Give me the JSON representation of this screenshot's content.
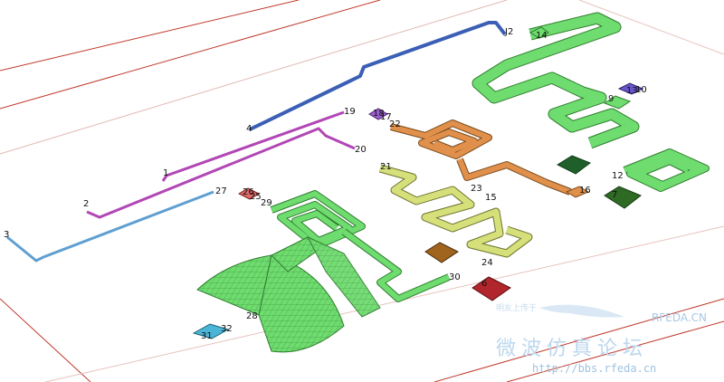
{
  "colors": {
    "background": "#ffffff",
    "board_edge": "#c0392b",
    "board_edge_light": "#e7c2bd",
    "wire_blue": "#3b5fb5",
    "wire_magenta": "#b147b5",
    "wire_lightblue": "#5f9fd1",
    "green": "#6fdc6f",
    "green_mesh": "#2f7d2f",
    "orange": "#e0904a",
    "yellow_green": "#d6e07a",
    "dark_red": "#c0392b"
  },
  "labels": {
    "l1": "1",
    "l2": "2",
    "l3": "3",
    "l4": "4",
    "l6": "6",
    "l7": "7",
    "l9": "9",
    "l10": "10",
    "l12": "12",
    "l13": "13",
    "l14": "14",
    "l15": "15",
    "l16": "16",
    "l17": "17",
    "l18": "18",
    "l19": "19",
    "l20": "20",
    "l21": "21",
    "l22": "22",
    "l23": "23",
    "l24": "24",
    "l25": "25",
    "l26": "26",
    "l27": "27",
    "l28": "28",
    "l29": "29",
    "l30": "30",
    "l31": "31",
    "l32": "32",
    "lJ2": "J2"
  },
  "watermark": {
    "small_text": "明友上传于",
    "brand": "RFEDA.CN",
    "title": "微波仿真论坛",
    "url": "http://bbs.rfeda.cn"
  }
}
